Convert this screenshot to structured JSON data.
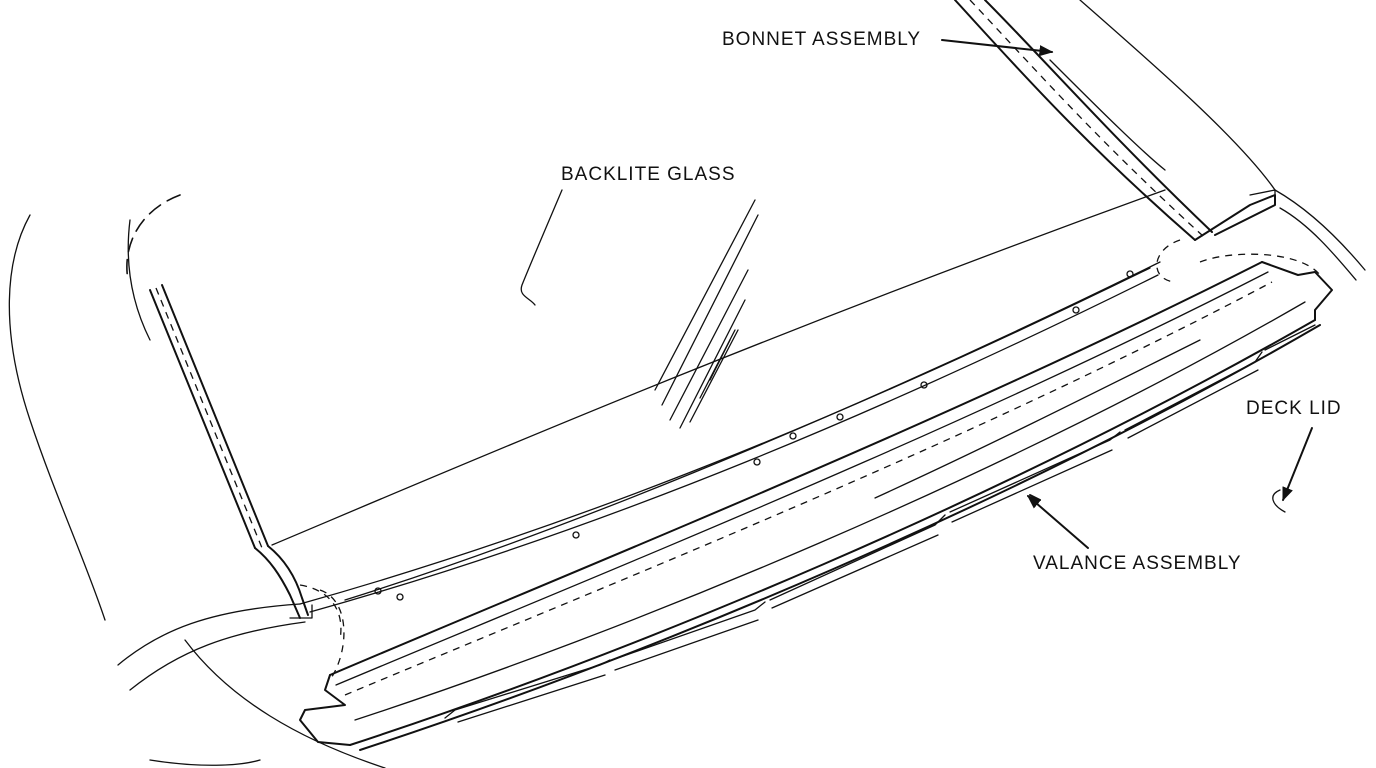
{
  "labels": {
    "bonnet_assembly": "BONNET ASSEMBLY",
    "backlite_glass": "BACKLITE GLASS",
    "deck_lid": "DECK LID",
    "valance_assembly": "VALANCE ASSEMBLY"
  },
  "colors": {
    "ink": "#111111",
    "background": "#ffffff"
  }
}
